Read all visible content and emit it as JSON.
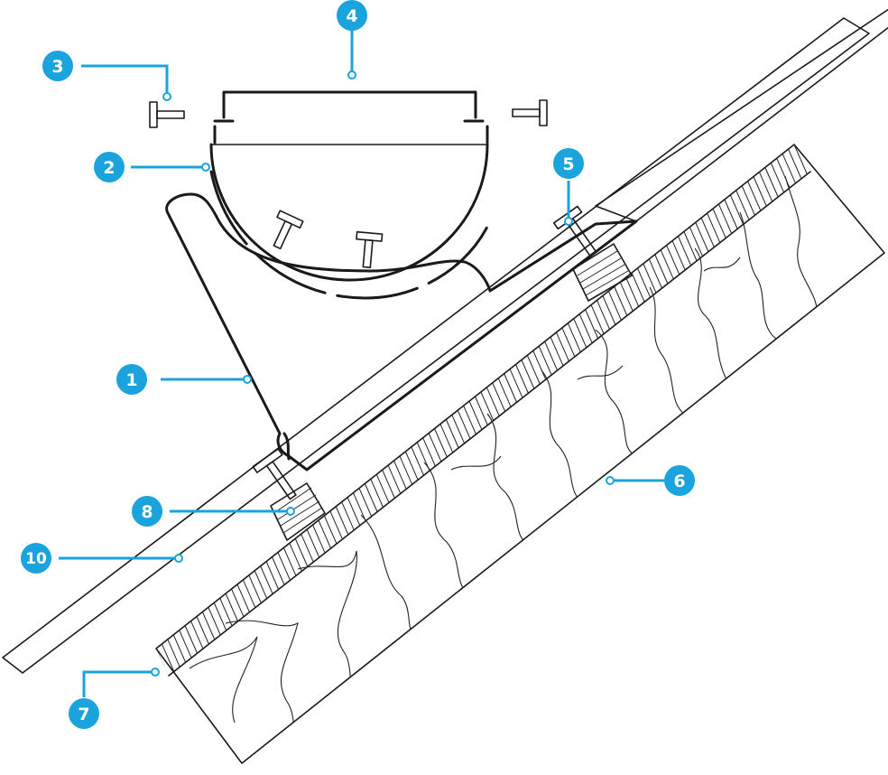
{
  "colors": {
    "accent": "#1aa3dc",
    "ink": "#1a1a1a",
    "background": "#ffffff"
  },
  "callouts": [
    {
      "number": "1"
    },
    {
      "number": "2"
    },
    {
      "number": "3"
    },
    {
      "number": "4"
    },
    {
      "number": "5"
    },
    {
      "number": "6"
    },
    {
      "number": "7"
    },
    {
      "number": "8"
    },
    {
      "number": "10"
    }
  ]
}
